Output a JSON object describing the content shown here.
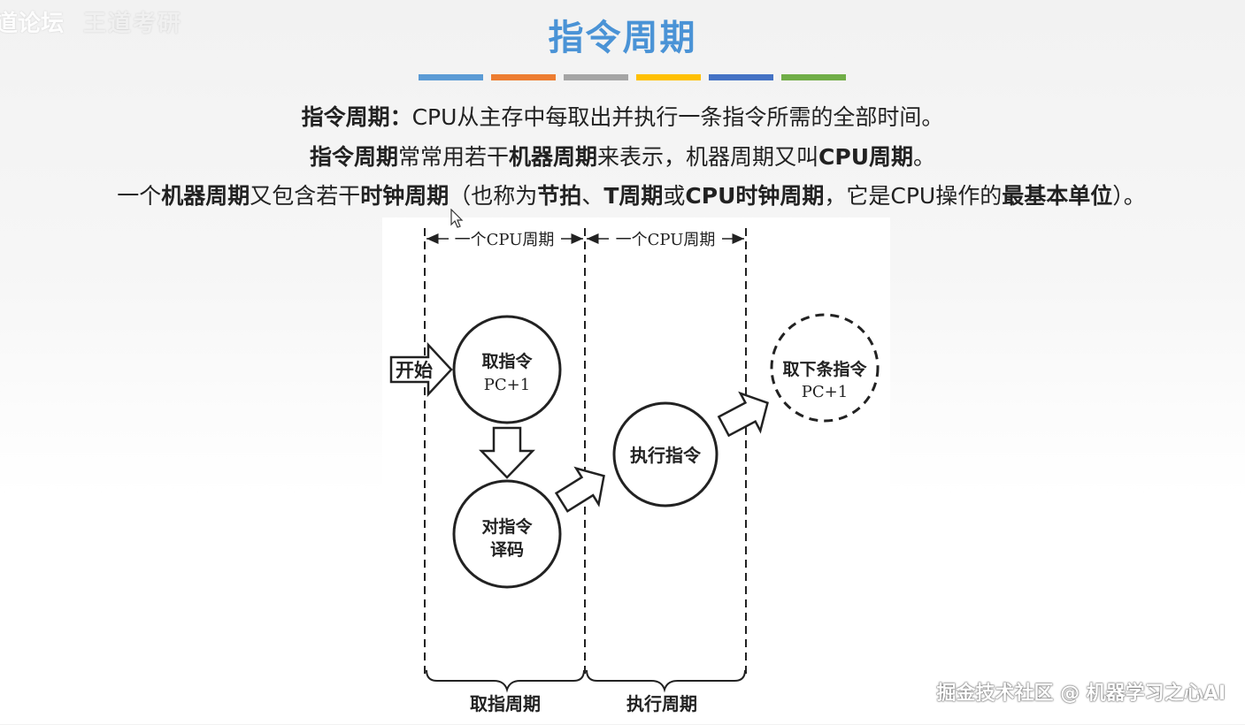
{
  "watermark_top_left": {
    "text": "道论坛",
    "faded": "王道考研"
  },
  "slide": {
    "title": "指令周期",
    "accent_colors": [
      "#5b9bd5",
      "#ed7d31",
      "#a5a5a5",
      "#ffc000",
      "#4472c4",
      "#70ad47"
    ]
  },
  "lines": {
    "l1": {
      "b1": "指令周期：",
      "t1": "CPU从主存中每取出并执行一条指令所需的全部时间。"
    },
    "l2": {
      "b1": "指令周期",
      "t1": "常常用若干",
      "b2": "机器周期",
      "t2": "来表示，机器周期又叫",
      "b3": "CPU周期",
      "t3": "。"
    },
    "l3": {
      "t1": "一个",
      "b1": "机器周期",
      "t2": "又包含若干",
      "b2": "时钟周期",
      "t3": "（也称为",
      "b3": "节拍",
      "t4": "、",
      "b4": "T周期",
      "t5": "或",
      "b5": "CPU时钟周期",
      "t6": "，它是CPU操作的",
      "b6": "最基本单位",
      "t7": "）。"
    }
  },
  "diagram": {
    "cpu_cycle_1": "一个CPU周期",
    "cpu_cycle_2": "一个CPU周期",
    "start": "开始",
    "fetch_line1": "取指令",
    "fetch_line2": "PC+1",
    "decode_line1": "对指令",
    "decode_line2": "译码",
    "execute": "执行指令",
    "next_line1": "取下条指令",
    "next_line2": "PC+1",
    "fetch_cycle": "取指周期",
    "execute_cycle": "执行周期"
  },
  "watermark_bottom_right": "掘金技术社区 @ 机器学习之心AI"
}
